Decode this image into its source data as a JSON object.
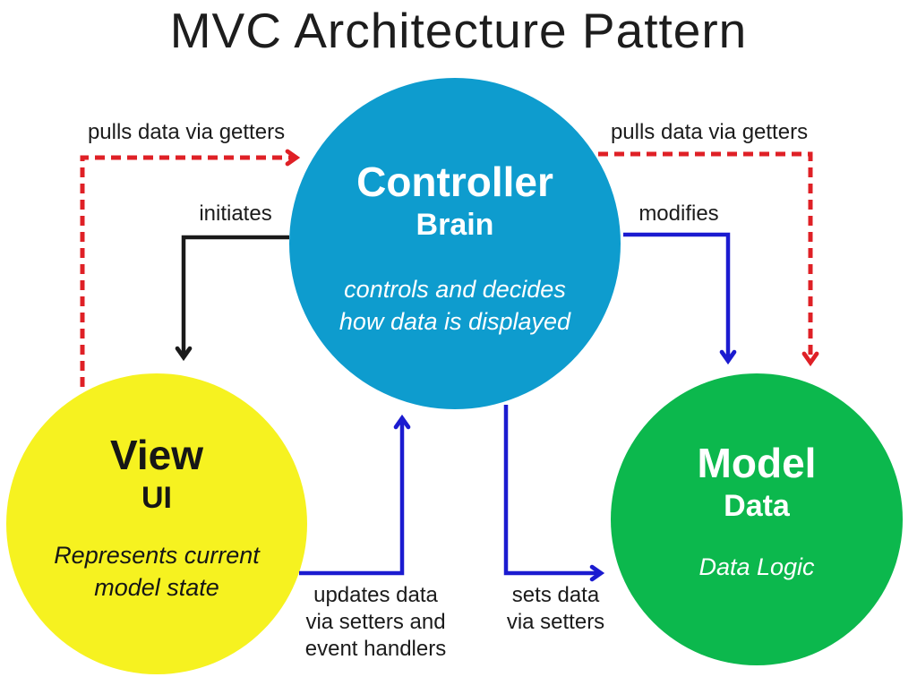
{
  "title": "MVC Architecture Pattern",
  "colors": {
    "controller_fill": "#0e9cce",
    "view_fill": "#f6f220",
    "model_fill": "#0cb84d",
    "red_arrow": "#df2026",
    "blue_arrow": "#1b1bd0",
    "black_arrow": "#1a1a1a"
  },
  "nodes": {
    "controller": {
      "name": "Controller",
      "role": "Brain",
      "description_lines": [
        "controls and decides",
        "how data is displayed"
      ]
    },
    "view": {
      "name": "View",
      "role": "UI",
      "description_lines": [
        "Represents current",
        "model state"
      ]
    },
    "model": {
      "name": "Model",
      "role": "Data",
      "description": "Data Logic"
    }
  },
  "edges": {
    "pull_left": {
      "label": "pulls data via getters"
    },
    "pull_right": {
      "label": "pulls data via getters"
    },
    "initiates": {
      "label": "initiates"
    },
    "modifies": {
      "label": "modifies"
    },
    "updates": {
      "lines": [
        "updates data",
        "via setters and",
        "event handlers"
      ]
    },
    "sets": {
      "lines": [
        "sets data",
        "via setters"
      ]
    }
  }
}
